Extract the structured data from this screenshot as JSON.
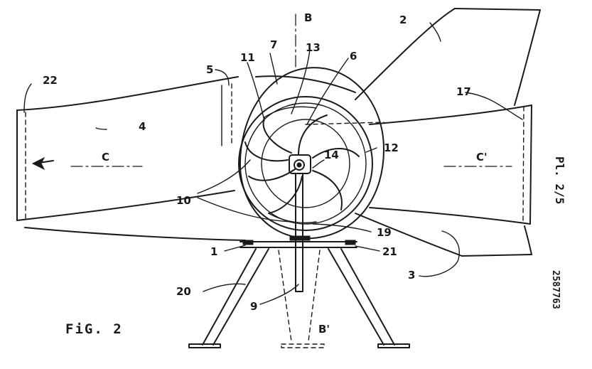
{
  "figure": {
    "caption": "FiG. 2",
    "sheet_number": "Pl. 2/5",
    "patent_number": "2587763"
  },
  "labels": {
    "l1": "1",
    "l2": "2",
    "l3": "3",
    "l4": "4",
    "l5": "5",
    "l6": "6",
    "l7": "7",
    "l9": "9",
    "l10": "10",
    "l11": "11",
    "l12": "12",
    "l13": "13",
    "l14": "14",
    "l17": "17",
    "l19": "19",
    "l20": "20",
    "l21": "21",
    "l22": "22",
    "axisB": "B",
    "axisBprime": "B'",
    "axisC": "C",
    "axisCprime": "C'"
  }
}
